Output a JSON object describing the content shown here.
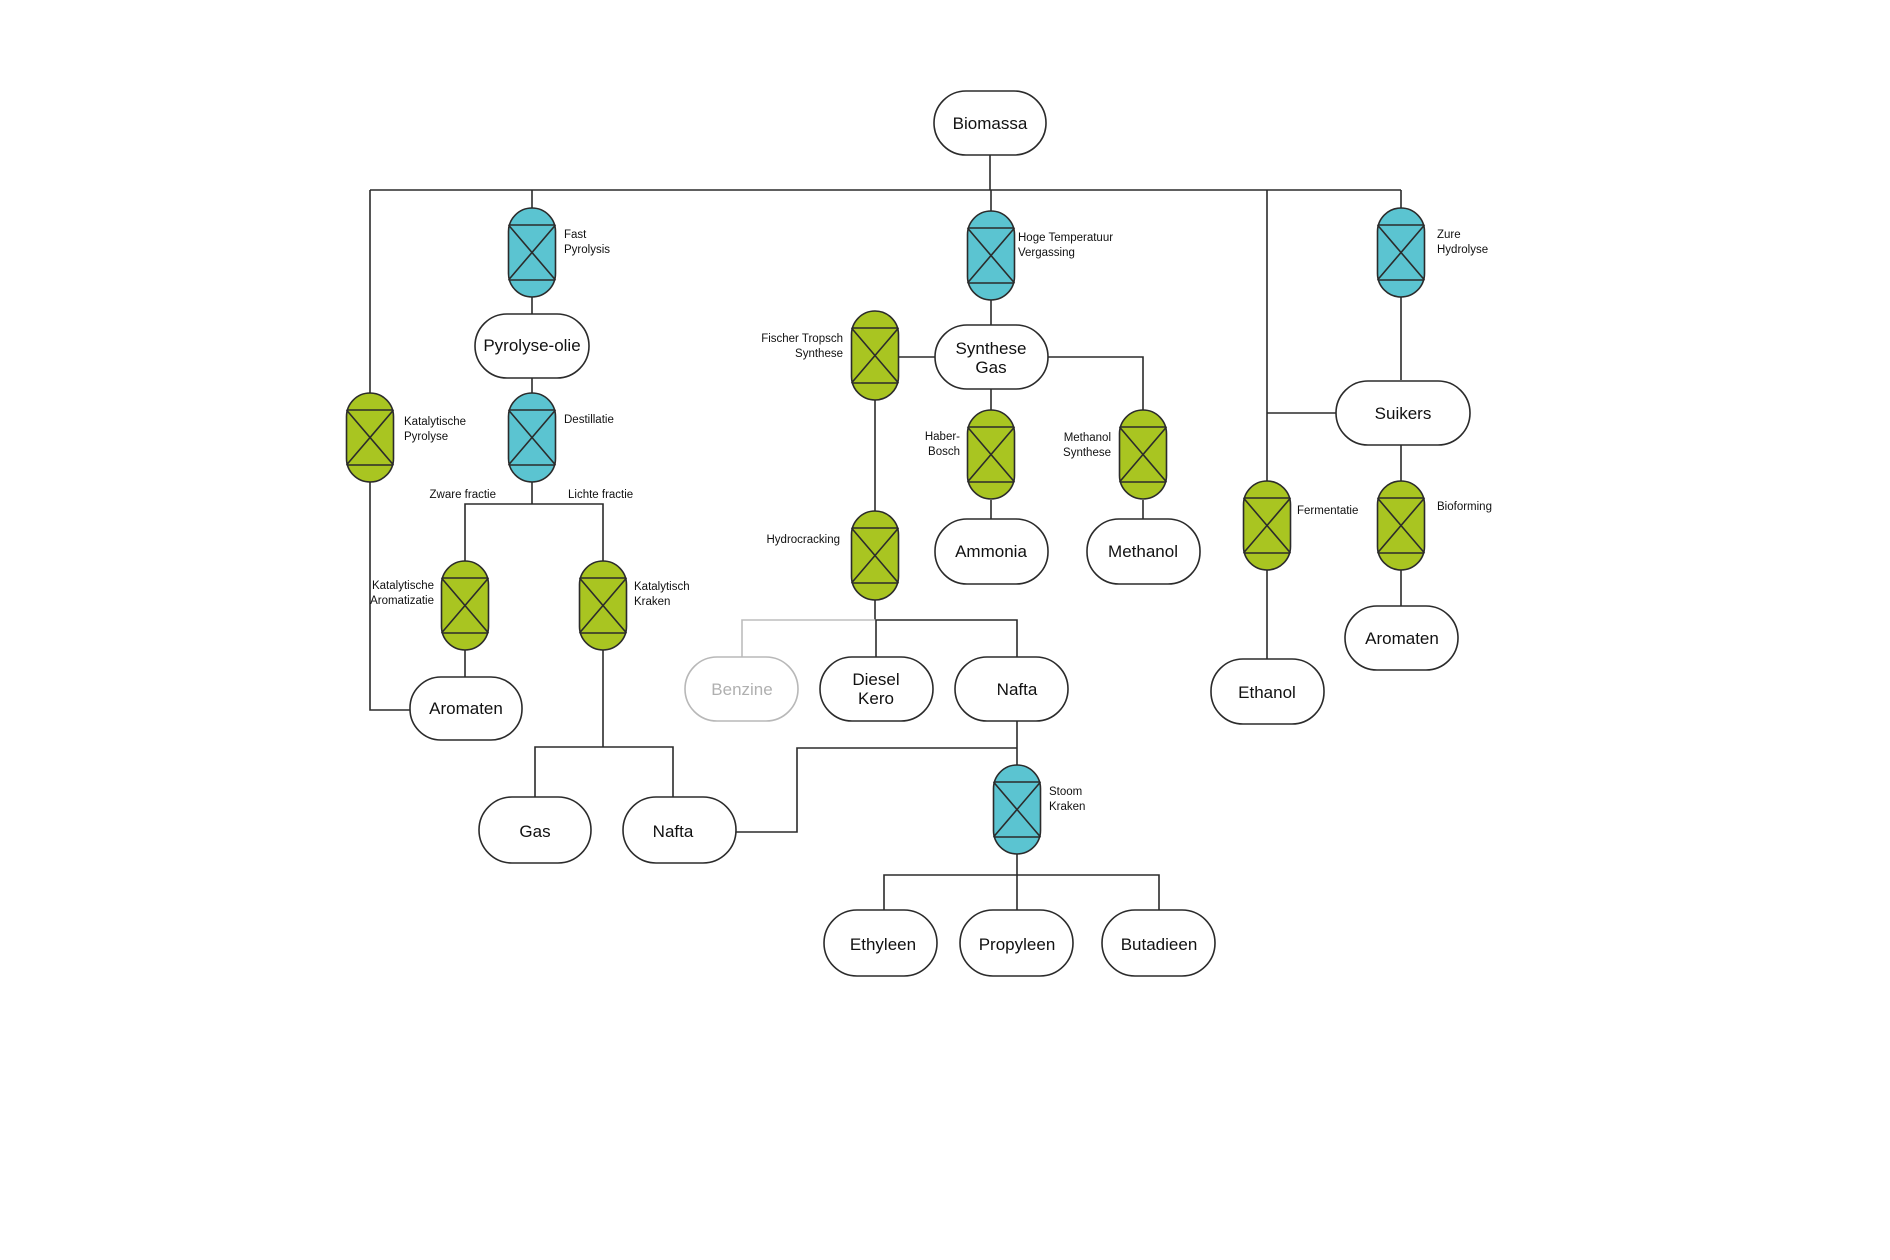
{
  "colors": {
    "blue_reactor": "#5bc4d1",
    "green_reactor": "#a9c521",
    "line": "#2b2b2b",
    "faded": "#b8b8b8"
  },
  "nodes": {
    "biomassa": "Biomassa",
    "pyrolyse_olie": "Pyrolyse-olie",
    "synthese_gas": [
      "Synthese",
      "Gas"
    ],
    "suikers": "Suikers",
    "aromaten_left": "Aromaten",
    "gas": "Gas",
    "nafta_left": "Nafta",
    "benzine": "Benzine",
    "diesel_kero": [
      "Diesel",
      "Kero"
    ],
    "nafta_mid": "Nafta",
    "ammonia": "Ammonia",
    "methanol": "Methanol",
    "ethanol": "Ethanol",
    "aromaten_right": "Aromaten",
    "ethyleen": "Ethyleen",
    "propyleen": "Propyleen",
    "butadieen": "Butadieen"
  },
  "processes": {
    "fast_pyrolysis": {
      "lines": [
        "Fast",
        "Pyrolysis"
      ],
      "color": "blue"
    },
    "destillatie": {
      "lines": [
        "Destillatie"
      ],
      "color": "blue"
    },
    "katalytische_pyrolyse": {
      "lines": [
        "Katalytische",
        "Pyrolyse"
      ],
      "color": "green"
    },
    "katalytische_aromatizatie": {
      "lines": [
        "Katalytische",
        "Aromatizatie"
      ],
      "color": "green"
    },
    "katalytisch_kraken": {
      "lines": [
        "Katalytisch",
        "Kraken"
      ],
      "color": "green"
    },
    "hoge_temperatuur_vergassing": {
      "lines": [
        "Hoge Temperatuur",
        "Vergassing"
      ],
      "color": "blue"
    },
    "fischer_tropsch_synthese": {
      "lines": [
        "Fischer Tropsch",
        "Synthese"
      ],
      "color": "green"
    },
    "haber_bosch": {
      "lines": [
        "Haber-",
        "Bosch"
      ],
      "color": "green"
    },
    "methanol_synthese": {
      "lines": [
        "Methanol",
        "Synthese"
      ],
      "color": "green"
    },
    "hydrocracking": {
      "lines": [
        "Hydrocracking"
      ],
      "color": "green"
    },
    "stoom_kraken": {
      "lines": [
        "Stoom",
        "Kraken"
      ],
      "color": "blue"
    },
    "zure_hydrolyse": {
      "lines": [
        "Zure",
        "Hydrolyse"
      ],
      "color": "blue"
    },
    "fermentatie": {
      "lines": [
        "Fermentatie"
      ],
      "color": "green"
    },
    "bioforming": {
      "lines": [
        "Bioforming"
      ],
      "color": "green"
    }
  },
  "branch_labels": {
    "zware_fractie": "Zware fractie",
    "lichte_fractie": "Lichte fractie"
  }
}
